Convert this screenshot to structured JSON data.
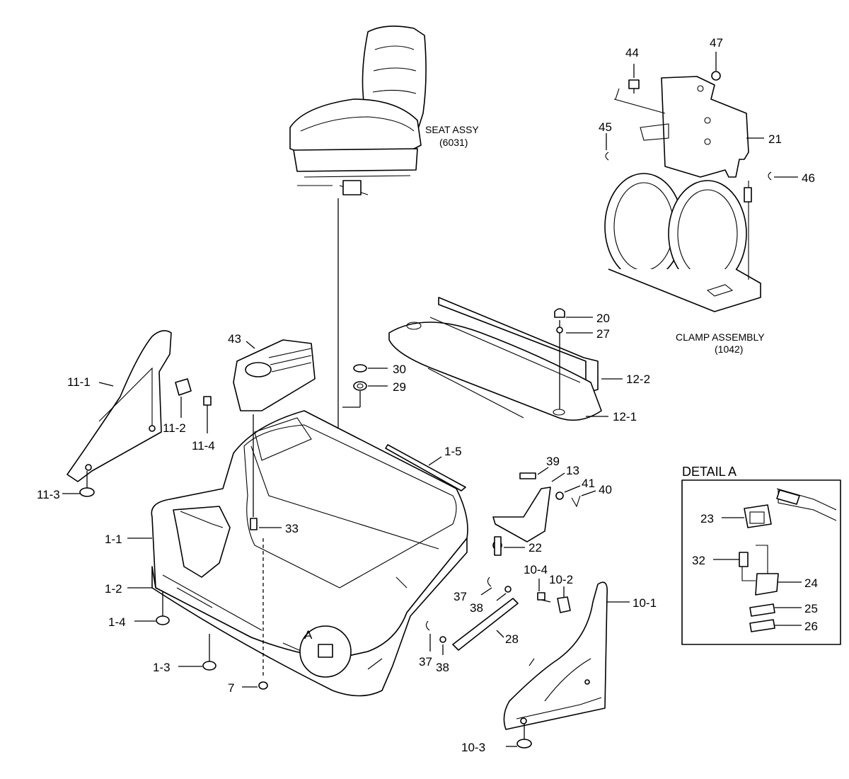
{
  "labels": {
    "p44": "44",
    "p47": "47",
    "p45": "45",
    "p21": "21",
    "p46": "46",
    "p20": "20",
    "p27": "27",
    "p12_2": "12-2",
    "p12_1": "12-1",
    "p43": "43",
    "p30": "30",
    "p29": "29",
    "p11_1": "11-1",
    "p11_2": "11-2",
    "p11_4": "11-4",
    "p11_3": "11-3",
    "p1_5": "1-5",
    "p39": "39",
    "p13": "13",
    "p41": "41",
    "p40": "40",
    "p33": "33",
    "p22": "22",
    "p1_1": "1-1",
    "p1_2": "1-2",
    "p1_4": "1-4",
    "p1_3": "1-3",
    "p7": "7",
    "pA": "A",
    "p37a": "37",
    "p38a": "38",
    "p28": "28",
    "p37b": "37",
    "p38b": "38",
    "p10_4": "10-4",
    "p10_2": "10-2",
    "p10_1": "10-1",
    "p10_3": "10-3",
    "p23": "23",
    "p32": "32",
    "p24": "24",
    "p25": "25",
    "p26": "26"
  },
  "captions": {
    "seat_line1": "SEAT ASSY",
    "seat_line2": "(6031)",
    "clamp_line1": "CLAMP ASSEMBLY",
    "clamp_line2": "(1042)",
    "detail_title": "DETAIL A"
  }
}
